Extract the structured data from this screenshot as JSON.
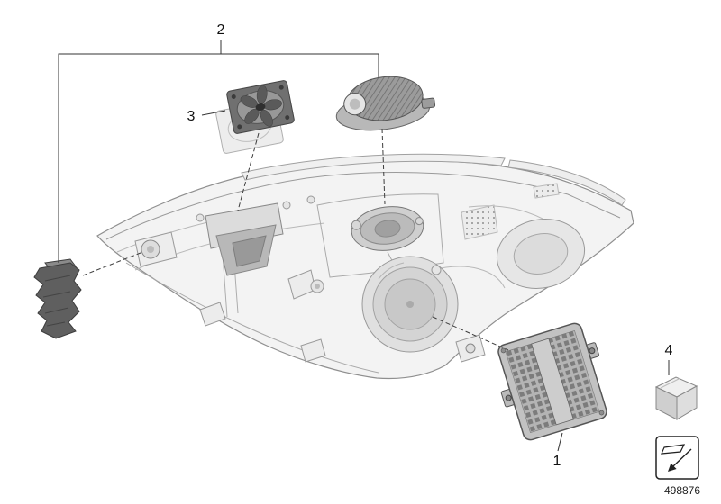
{
  "diagram": {
    "callouts": {
      "1": "1",
      "2": "2",
      "3": "3",
      "4": "4"
    },
    "drawing_number": "498876"
  },
  "icons": {
    "consumables_icon": "box-with-diagonal-arrow"
  },
  "colors": {
    "background": "#ffffff",
    "line_light": "#a0a0a0",
    "line_dark": "#3c3c3c",
    "part_dark": "#6e6e6e",
    "label_text": "#111111"
  }
}
